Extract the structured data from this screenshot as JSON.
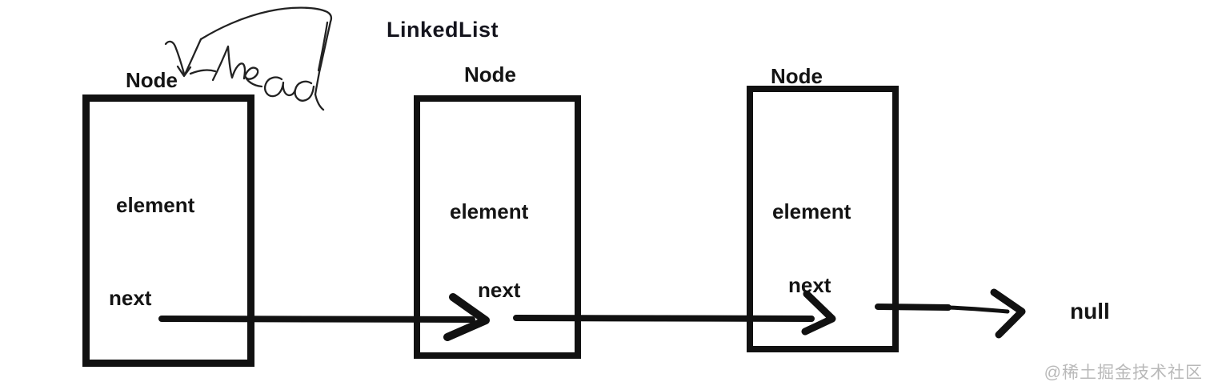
{
  "title": "LinkedList",
  "head_annotation": "head",
  "nodes": [
    {
      "label": "Node",
      "element": "element",
      "next": "next"
    },
    {
      "label": "Node",
      "element": "element",
      "next": "next"
    },
    {
      "label": "Node",
      "element": "element",
      "next": "next"
    }
  ],
  "terminator": "null",
  "watermark": "@稀土掘金技术社区",
  "colors": {
    "ink": "#111111",
    "scribble": "#222222",
    "watermark": "#b9b9b9",
    "background": "#ffffff"
  }
}
